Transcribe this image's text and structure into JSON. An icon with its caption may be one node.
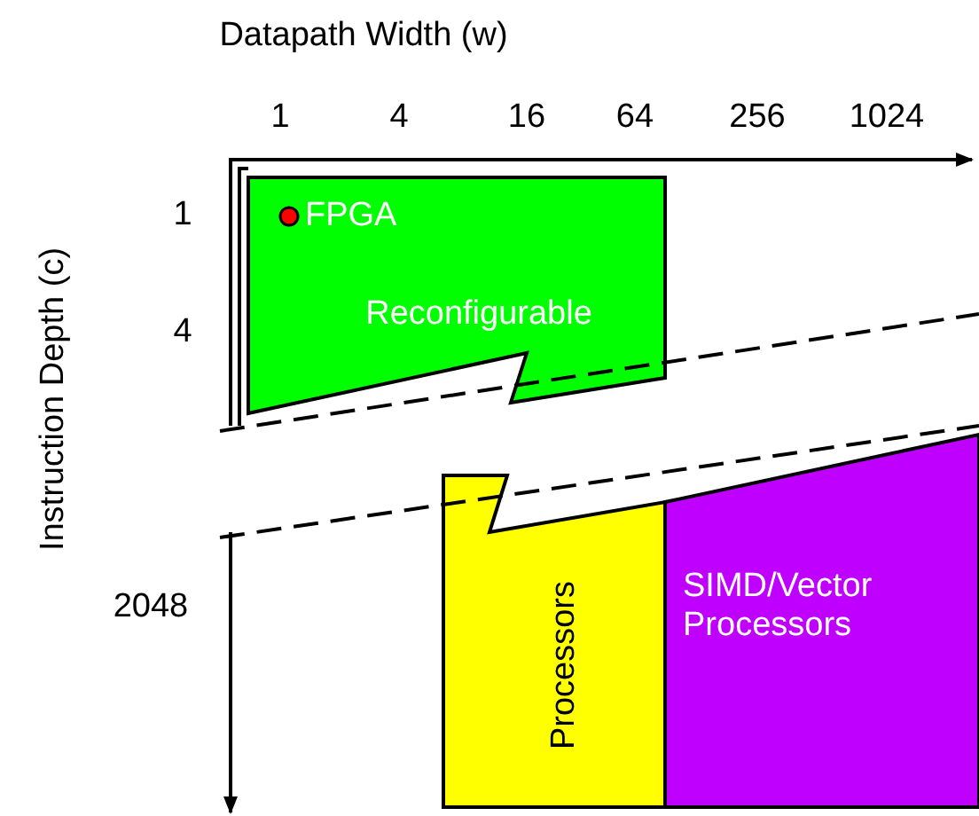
{
  "diagram": {
    "nodes": [
      {
        "text": [
          "Reconfigurable"
        ]
      },
      {
        "text": [
          "FPGA"
        ],
        "in": 0
      },
      {
        "text": [
          "Processors"
        ]
      },
      {
        "text": [
          "SIMD/Vector Processors"
        ]
      }
    ],
    "labels": [
      "Datapath Width (w)",
      "1",
      "4",
      "16",
      "64",
      "256",
      "1024",
      "Instruction Depth (c)",
      "1",
      "4",
      "2048"
    ]
  }
}
